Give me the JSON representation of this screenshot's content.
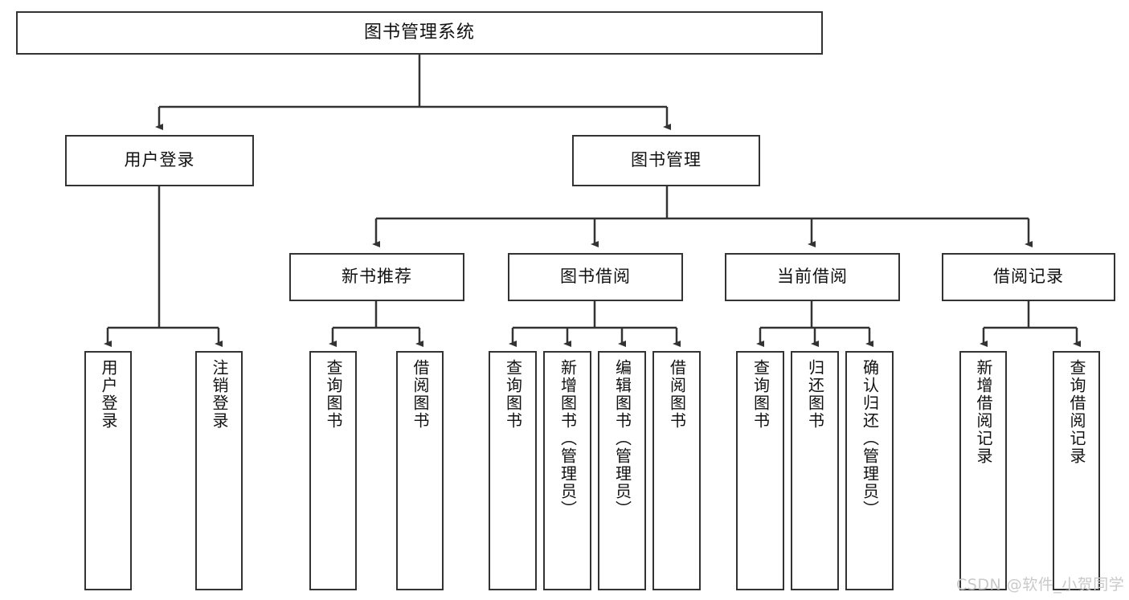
{
  "diagram": {
    "title": "图书管理系统",
    "type": "tree-hierarchy-diagram",
    "colors": {
      "box_border": "#333333",
      "box_fill": "#ffffff",
      "connector": "#333333",
      "text": "#111111",
      "watermark": "#c9c9c9",
      "background": "#ffffff"
    },
    "root": {
      "label": "图书管理系统"
    },
    "level2": [
      {
        "label": "用户登录"
      },
      {
        "label": "图书管理"
      }
    ],
    "level3": [
      {
        "label": "新书推荐"
      },
      {
        "label": "图书借阅"
      },
      {
        "label": "当前借阅"
      },
      {
        "label": "借阅记录"
      }
    ],
    "leaves": {
      "user_login": [
        {
          "label": "用户登录"
        },
        {
          "label": "注销登录"
        }
      ],
      "new_book_recommend": [
        {
          "label": "查询图书"
        },
        {
          "label": "借阅图书"
        }
      ],
      "book_borrow": [
        {
          "label": "查询图书"
        },
        {
          "label": "新增图书（管理员）"
        },
        {
          "label": "编辑图书（管理员）"
        },
        {
          "label": "借阅图书"
        }
      ],
      "current_borrow": [
        {
          "label": "查询图书"
        },
        {
          "label": "归还图书"
        },
        {
          "label": "确认归还（管理员）"
        }
      ],
      "borrow_record": [
        {
          "label": "新增借阅记录"
        },
        {
          "label": "查询借阅记录"
        }
      ]
    }
  },
  "watermark": {
    "text": "CSDN @软件_小贺同学"
  }
}
